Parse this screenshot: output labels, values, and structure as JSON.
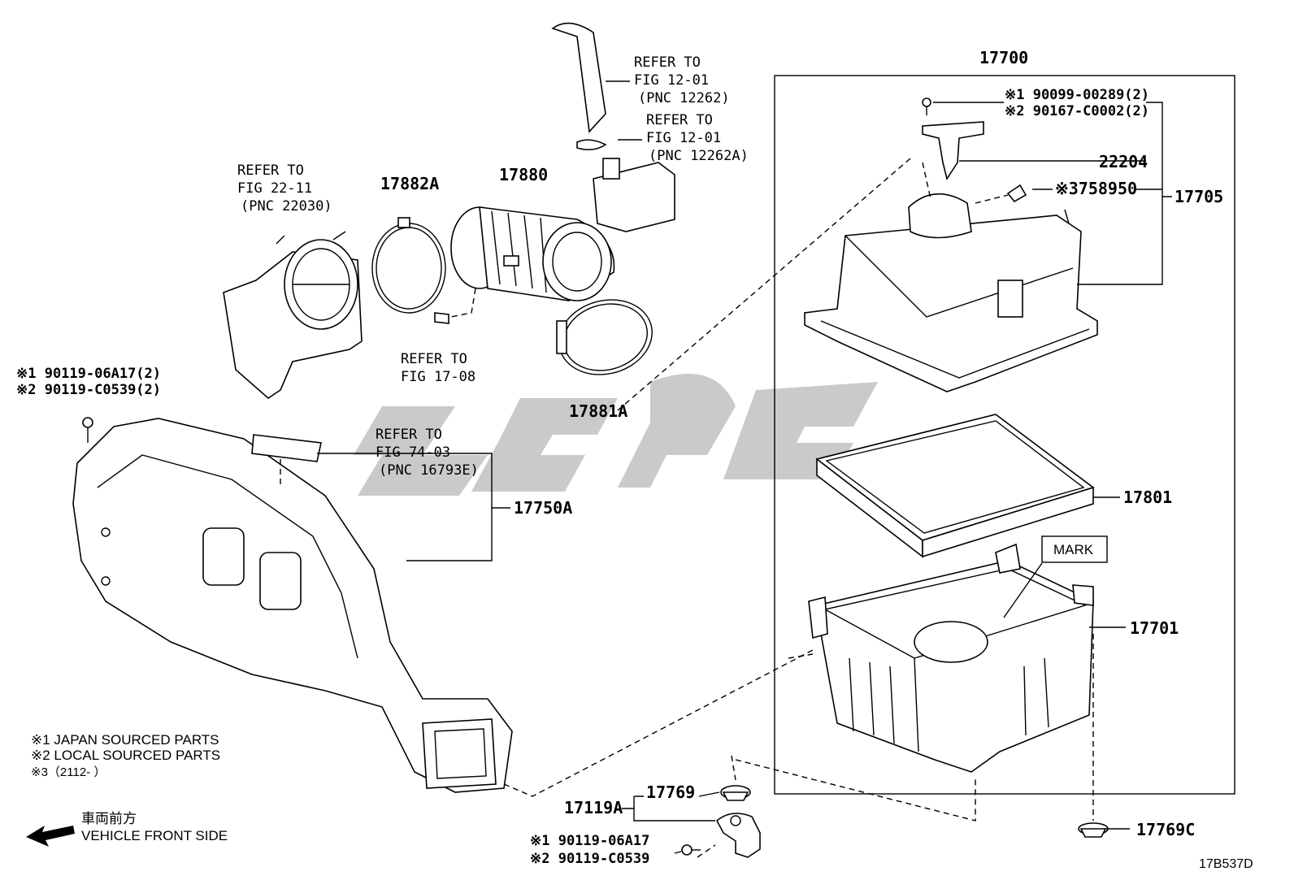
{
  "diagram_code": "17B537D",
  "assembly": {
    "code": "17700"
  },
  "refs": {
    "r1": [
      "REFER TO",
      "FIG 12-01",
      "(PNC 12262)"
    ],
    "r2": [
      "REFER TO",
      "FIG 12-01",
      "(PNC 12262A)"
    ],
    "r3": [
      "REFER TO",
      "FIG 22-11",
      "(PNC 22030)"
    ],
    "r4": [
      "REFER TO",
      "FIG 17-08"
    ],
    "r5": [
      "REFER TO",
      "FIG 74-03",
      "(PNC 16793E)"
    ]
  },
  "parts": {
    "p17882A": "17882A",
    "p17880": "17880",
    "p17881A": "17881A",
    "p17750A": "17750A",
    "p22204": "22204",
    "p758950": "※3758950",
    "p17705": "17705",
    "p17801": "17801",
    "p17701": "17701",
    "p17769": "17769",
    "p17119A": "17119A",
    "p17769C": "17769C",
    "mark": "MARK"
  },
  "bolts": {
    "top1": "※1 90099-00289(2)",
    "top2": "※2 90167-C0002(2)",
    "left1": "※1 90119-06A17(2)",
    "left2": "※2 90119-C0539(2)",
    "bottom1": "※1 90119-06A17",
    "bottom2": "※2 90119-C0539"
  },
  "legend": {
    "l1": "※1  JAPAN SOURCED PARTS",
    "l2": "※2  LOCAL SOURCED PARTS",
    "l3": "※3（2112-        ）"
  },
  "front": {
    "jp": "車両前方",
    "en": "VEHICLE FRONT SIDE"
  }
}
